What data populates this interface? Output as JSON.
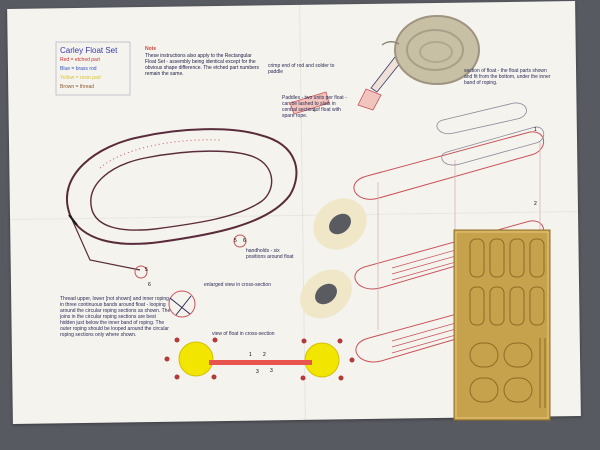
{
  "photo": {
    "description_alt": "Instruction sheet photo",
    "title": "Carley Float Set",
    "legend": {
      "red": "Red = etched part",
      "blue": "Blue = brass rod",
      "yellow": "Yellow = resin part",
      "brown": "Brown = thread"
    },
    "note": {
      "heading": "Note",
      "body": "These instructions also apply to the Rectangular Float Set - assembly being identical except for the obvious shape difference. The etched part numbers remain the same."
    },
    "crimp_text": "crimp end of rod and solder to paddle",
    "paddles_text": "Paddles - two units per float - can be lashed to slats in central section of float with spare rope.",
    "section_text": "section of float - the float parts shown and fit from the bottom, under the inner band of roping.",
    "handholds_text": "handholds - six positions around float",
    "enlarged_text": "enlarged view in cross-section",
    "view_text": "view of float in cross-section",
    "thread_text": "Thread upper, lower [not shown] and inner roping in three continuous bands around float - looping around the circular roping sections as shown. The joins in the circular roping sections are best hidden just below the inner band of roping. The outer roping should be looped around the circular roping sections only where shown.",
    "numbers": {
      "n1": "1",
      "n2": "2",
      "n3": "3",
      "n4": "4",
      "n5": "5",
      "n6": "6"
    },
    "colors": {
      "background": "#585a61",
      "sheet": "#f4f3ee",
      "red_line": "#c9535a",
      "brown_rope": "#5a2b3a",
      "resin": "#efe7c8",
      "brass": "#c7a24d",
      "yellow": "#f2e500"
    }
  }
}
